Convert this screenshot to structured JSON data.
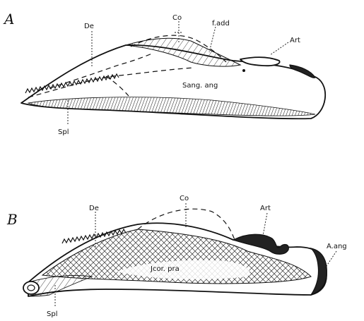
{
  "panels": [
    {
      "id": "A",
      "letter": "A",
      "labels": {
        "dentary": "De",
        "coronoid": "Co",
        "adductor_fossa": "f.add",
        "articular": "Art",
        "surangular_angular": "Sang. ang",
        "splenial": "Spl"
      }
    },
    {
      "id": "B",
      "letter": "B",
      "labels": {
        "dentary": "De",
        "coronoid": "Co",
        "articular": "Art",
        "angular": "A.ang",
        "coronoid_prearticular": "Jcor. pra",
        "splenial": "Spl"
      }
    }
  ],
  "colors": {
    "ink": "#111111",
    "paper": "#ffffff"
  }
}
